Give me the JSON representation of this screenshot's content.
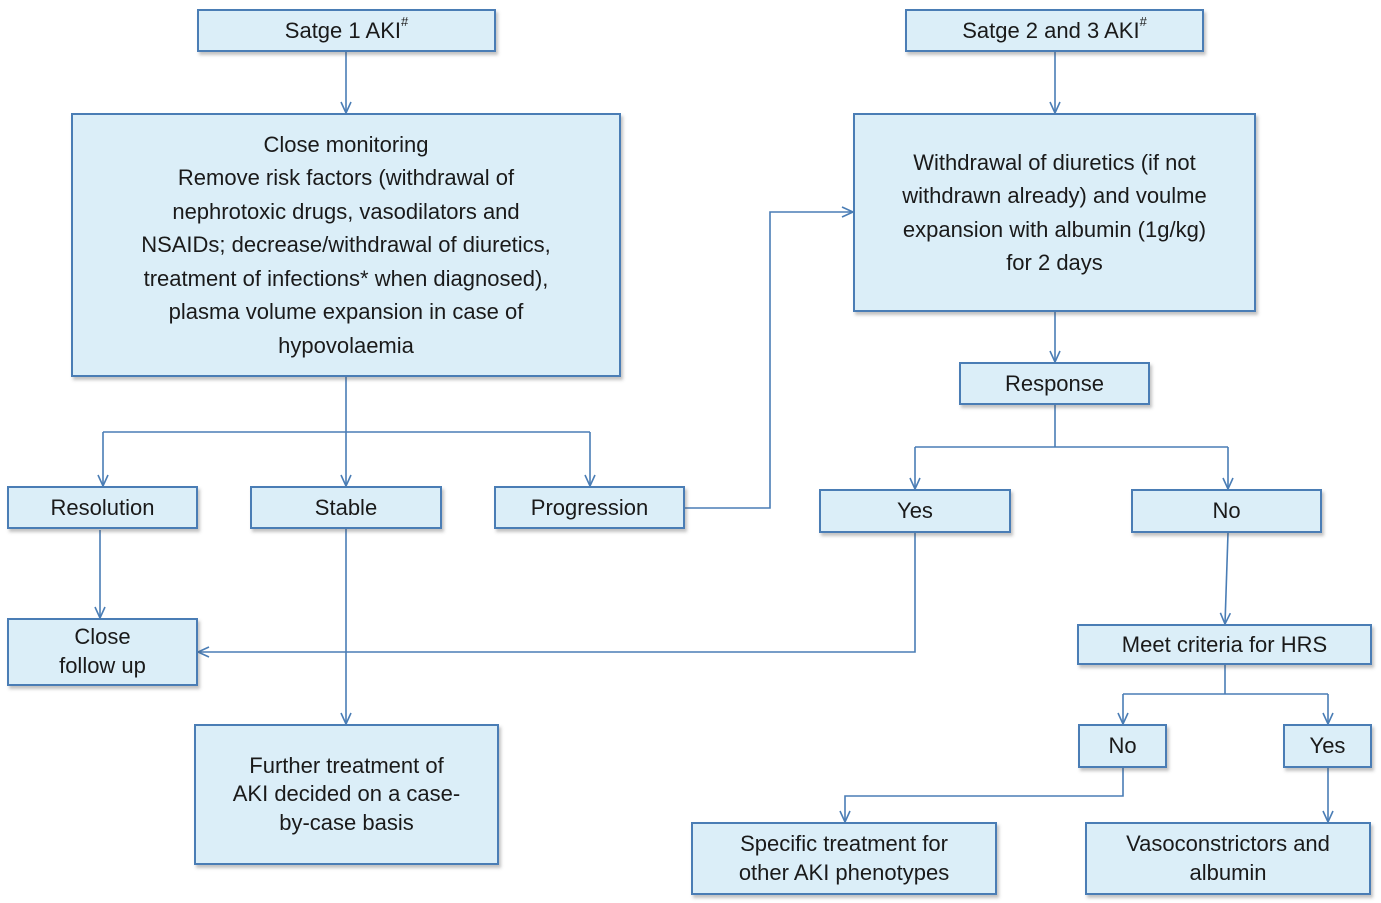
{
  "nodes": {
    "stage1": {
      "text": "Satge 1 AKI",
      "superscript": "#"
    },
    "stage23": {
      "text": "Satge 2 and 3 AKI",
      "superscript": "#"
    },
    "close_monitoring": {
      "lines": [
        "Close monitoring",
        "Remove risk factors (withdrawal of",
        "nephrotoxic drugs, vasodilators and",
        "NSAIDs; decrease/withdrawal of diuretics,",
        "treatment of infections* when diagnosed),",
        "plasma volume expansion in case of",
        "hypovolaemia"
      ]
    },
    "withdrawal_diuretics": {
      "lines": [
        "Withdrawal of diuretics (if not",
        "withdrawn already) and voulme",
        "expansion with albumin (1g/kg)",
        "for 2 days"
      ]
    },
    "response": {
      "text": "Response"
    },
    "resolution": {
      "text": "Resolution"
    },
    "stable": {
      "text": "Stable"
    },
    "progression": {
      "text": "Progression"
    },
    "response_yes": {
      "text": "Yes"
    },
    "response_no": {
      "text": "No"
    },
    "close_follow_up": {
      "lines": [
        "Close",
        "follow up"
      ]
    },
    "meet_criteria_hrs": {
      "text": "Meet criteria for HRS"
    },
    "hrs_no": {
      "text": "No"
    },
    "hrs_yes": {
      "text": "Yes"
    },
    "further_treatment": {
      "lines": [
        "Further treatment of",
        "AKI decided on a case-",
        "by-case basis"
      ]
    },
    "specific_treatment": {
      "lines": [
        "Specific treatment for",
        "other AKI phenotypes"
      ]
    },
    "vasoconstrictors": {
      "lines": [
        "Vasoconstrictors and",
        "albumin"
      ]
    }
  },
  "colors": {
    "box_fill": "#dbeef8",
    "box_border": "#4a7db5",
    "connector": "#4a7db5"
  }
}
